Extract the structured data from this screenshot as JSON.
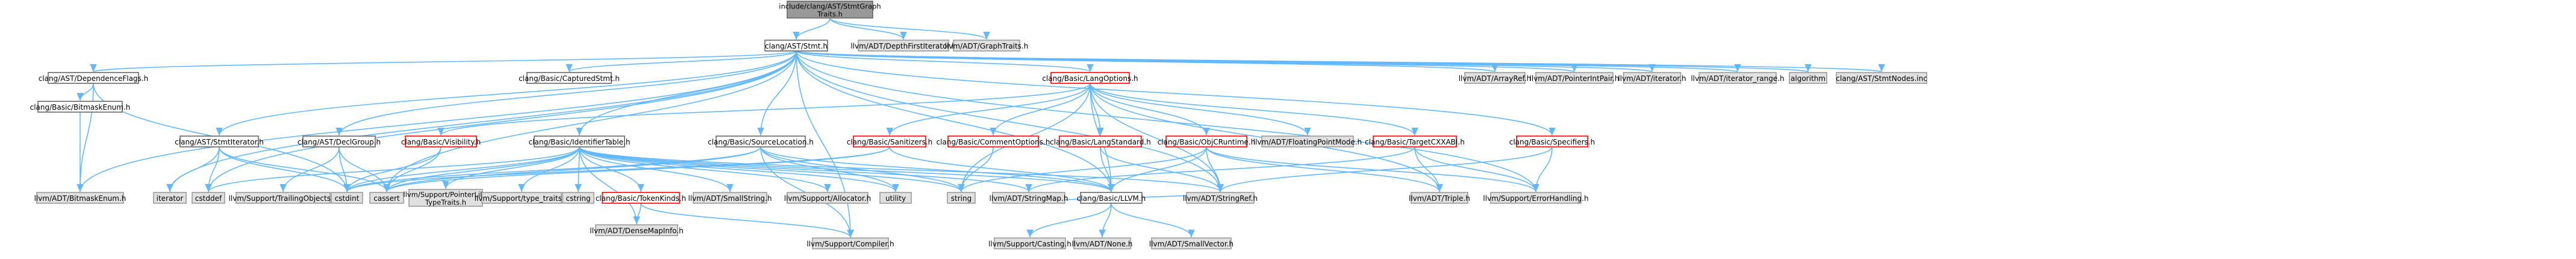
{
  "colors": {
    "root_fill": "#999999",
    "default_fill": "#ffffff",
    "default_stroke": "#666666",
    "system_fill": "#e0e0e0",
    "system_stroke": "#999999",
    "incomplete_stroke": "#ff0000",
    "edge": "#63b8ff",
    "text": "#000000"
  },
  "nodes": [
    {
      "id": "root",
      "lines": [
        "include/clang/AST/StmtGraph",
        "Traits.h"
      ],
      "kind": "root"
    },
    {
      "id": "stmt",
      "lines": [
        "clang/AST/Stmt.h"
      ],
      "kind": "default"
    },
    {
      "id": "dfi",
      "lines": [
        "llvm/ADT/DepthFirstIterator.h"
      ],
      "kind": "system"
    },
    {
      "id": "gtr",
      "lines": [
        "llvm/ADT/GraphTraits.h"
      ],
      "kind": "system"
    },
    {
      "id": "depflags",
      "lines": [
        "clang/AST/DependenceFlags.h"
      ],
      "kind": "default"
    },
    {
      "id": "capstmt",
      "lines": [
        "clang/Basic/CapturedStmt.h"
      ],
      "kind": "default"
    },
    {
      "id": "langopts",
      "lines": [
        "clang/Basic/LangOptions.h"
      ],
      "kind": "incomplete"
    },
    {
      "id": "arrayref",
      "lines": [
        "llvm/ADT/ArrayRef.h"
      ],
      "kind": "system"
    },
    {
      "id": "ptrint",
      "lines": [
        "llvm/ADT/PointerIntPair.h"
      ],
      "kind": "system"
    },
    {
      "id": "iteratorh",
      "lines": [
        "llvm/ADT/iterator.h"
      ],
      "kind": "system"
    },
    {
      "id": "iterrange",
      "lines": [
        "llvm/ADT/iterator_range.h"
      ],
      "kind": "system"
    },
    {
      "id": "algorithm",
      "lines": [
        "algorithm"
      ],
      "kind": "system"
    },
    {
      "id": "stmtnodes",
      "lines": [
        "clang/AST/StmtNodes.inc"
      ],
      "kind": "system"
    },
    {
      "id": "bmenum",
      "lines": [
        "clang/Basic/BitmaskEnum.h"
      ],
      "kind": "default"
    },
    {
      "id": "stmtiter",
      "lines": [
        "clang/AST/StmtIterator.h"
      ],
      "kind": "default"
    },
    {
      "id": "declgroup",
      "lines": [
        "clang/AST/DeclGroup.h"
      ],
      "kind": "default"
    },
    {
      "id": "visibility",
      "lines": [
        "clang/Basic/Visibility.h"
      ],
      "kind": "incomplete"
    },
    {
      "id": "idtable",
      "lines": [
        "clang/Basic/IdentifierTable.h"
      ],
      "kind": "default"
    },
    {
      "id": "srcloc",
      "lines": [
        "clang/Basic/SourceLocation.h"
      ],
      "kind": "default"
    },
    {
      "id": "sanitizers",
      "lines": [
        "clang/Basic/Sanitizers.h"
      ],
      "kind": "incomplete"
    },
    {
      "id": "commentopts",
      "lines": [
        "clang/Basic/CommentOptions.h"
      ],
      "kind": "incomplete"
    },
    {
      "id": "langstd",
      "lines": [
        "clang/Basic/LangStandard.h"
      ],
      "kind": "incomplete"
    },
    {
      "id": "objcrt",
      "lines": [
        "clang/Basic/ObjCRuntime.h"
      ],
      "kind": "incomplete"
    },
    {
      "id": "floatmode",
      "lines": [
        "llvm/ADT/FloatingPointMode.h"
      ],
      "kind": "system"
    },
    {
      "id": "targetcxx",
      "lines": [
        "clang/Basic/TargetCXXABI.h"
      ],
      "kind": "incomplete"
    },
    {
      "id": "specifiers",
      "lines": [
        "clang/Basic/Specifiers.h"
      ],
      "kind": "incomplete"
    },
    {
      "id": "llvmbmenum",
      "lines": [
        "llvm/ADT/BitmaskEnum.h"
      ],
      "kind": "system"
    },
    {
      "id": "iterator",
      "lines": [
        "iterator"
      ],
      "kind": "system"
    },
    {
      "id": "cstddef",
      "lines": [
        "cstddef"
      ],
      "kind": "system"
    },
    {
      "id": "trailobj",
      "lines": [
        "llvm/Support/TrailingObjects.h"
      ],
      "kind": "system"
    },
    {
      "id": "cstdint",
      "lines": [
        "cstdint"
      ],
      "kind": "system"
    },
    {
      "id": "cassert",
      "lines": [
        "cassert"
      ],
      "kind": "system"
    },
    {
      "id": "ptrlike",
      "lines": [
        "llvm/Support/PointerLike",
        "TypeTraits.h"
      ],
      "kind": "system"
    },
    {
      "id": "typetraits",
      "lines": [
        "llvm/Support/type_traits.h"
      ],
      "kind": "system"
    },
    {
      "id": "cstring",
      "lines": [
        "cstring"
      ],
      "kind": "system"
    },
    {
      "id": "tokenkinds",
      "lines": [
        "clang/Basic/TokenKinds.h"
      ],
      "kind": "incomplete"
    },
    {
      "id": "smallstring",
      "lines": [
        "llvm/ADT/SmallString.h"
      ],
      "kind": "system"
    },
    {
      "id": "allocator",
      "lines": [
        "llvm/Support/Allocator.h"
      ],
      "kind": "system"
    },
    {
      "id": "utility",
      "lines": [
        "utility"
      ],
      "kind": "system"
    },
    {
      "id": "string",
      "lines": [
        "string"
      ],
      "kind": "system"
    },
    {
      "id": "stringmap",
      "lines": [
        "llvm/ADT/StringMap.h"
      ],
      "kind": "system"
    },
    {
      "id": "basicllvm",
      "lines": [
        "clang/Basic/LLVM.h"
      ],
      "kind": "default"
    },
    {
      "id": "stringref",
      "lines": [
        "llvm/ADT/StringRef.h"
      ],
      "kind": "system"
    },
    {
      "id": "triple",
      "lines": [
        "llvm/ADT/Triple.h"
      ],
      "kind": "system"
    },
    {
      "id": "errhandling",
      "lines": [
        "llvm/Support/ErrorHandling.h"
      ],
      "kind": "system"
    },
    {
      "id": "densemapinfo",
      "lines": [
        "llvm/ADT/DenseMapInfo.h"
      ],
      "kind": "system"
    },
    {
      "id": "compiler",
      "lines": [
        "llvm/Support/Compiler.h"
      ],
      "kind": "system"
    },
    {
      "id": "casting",
      "lines": [
        "llvm/Support/Casting.h"
      ],
      "kind": "system"
    },
    {
      "id": "none",
      "lines": [
        "llvm/ADT/None.h"
      ],
      "kind": "system"
    },
    {
      "id": "smallvector",
      "lines": [
        "llvm/ADT/SmallVector.h"
      ],
      "kind": "system"
    }
  ],
  "edges": [
    [
      "root",
      "stmt"
    ],
    [
      "root",
      "dfi"
    ],
    [
      "root",
      "gtr"
    ],
    [
      "stmt",
      "depflags"
    ],
    [
      "stmt",
      "capstmt"
    ],
    [
      "stmt",
      "langopts"
    ],
    [
      "stmt",
      "arrayref"
    ],
    [
      "stmt",
      "ptrint"
    ],
    [
      "stmt",
      "iteratorh"
    ],
    [
      "stmt",
      "iterrange"
    ],
    [
      "stmt",
      "algorithm"
    ],
    [
      "stmt",
      "stmtnodes"
    ],
    [
      "stmt",
      "stmtiter"
    ],
    [
      "stmt",
      "declgroup"
    ],
    [
      "stmt",
      "idtable"
    ],
    [
      "stmt",
      "srcloc"
    ],
    [
      "stmt",
      "specifiers"
    ],
    [
      "stmt",
      "llvmbmenum"
    ],
    [
      "stmt",
      "iterator"
    ],
    [
      "stmt",
      "cstddef"
    ],
    [
      "stmt",
      "cassert"
    ],
    [
      "stmt",
      "basicllvm"
    ],
    [
      "stmt",
      "stringref"
    ],
    [
      "stmt",
      "errhandling"
    ],
    [
      "stmt",
      "compiler"
    ],
    [
      "depflags",
      "bmenum"
    ],
    [
      "depflags",
      "llvmbmenum"
    ],
    [
      "depflags",
      "cstdint"
    ],
    [
      "bmenum",
      "llvmbmenum"
    ],
    [
      "stmtiter",
      "cstddef"
    ],
    [
      "stmtiter",
      "cstdint"
    ],
    [
      "stmtiter",
      "iterator"
    ],
    [
      "stmtiter",
      "cassert"
    ],
    [
      "declgroup",
      "trailobj"
    ],
    [
      "declgroup",
      "cassert"
    ],
    [
      "declgroup",
      "cstdint"
    ],
    [
      "visibility",
      "cassert"
    ],
    [
      "visibility",
      "cstdint"
    ],
    [
      "idtable",
      "cassert"
    ],
    [
      "idtable",
      "cstddef"
    ],
    [
      "idtable",
      "cstdint"
    ],
    [
      "idtable",
      "ptrlike"
    ],
    [
      "idtable",
      "typetraits"
    ],
    [
      "idtable",
      "cstring"
    ],
    [
      "idtable",
      "tokenkinds"
    ],
    [
      "idtable",
      "smallstring"
    ],
    [
      "idtable",
      "allocator"
    ],
    [
      "idtable",
      "utility"
    ],
    [
      "idtable",
      "string"
    ],
    [
      "idtable",
      "stringmap"
    ],
    [
      "idtable",
      "basicllvm"
    ],
    [
      "idtable",
      "stringref"
    ],
    [
      "idtable",
      "densemapinfo"
    ],
    [
      "srcloc",
      "basicllvm"
    ],
    [
      "srcloc",
      "compiler"
    ],
    [
      "srcloc",
      "cassert"
    ],
    [
      "srcloc",
      "cstdint"
    ],
    [
      "srcloc",
      "string"
    ],
    [
      "srcloc",
      "utility"
    ],
    [
      "tokenkinds",
      "densemapinfo"
    ],
    [
      "tokenkinds",
      "compiler"
    ],
    [
      "langopts",
      "visibility"
    ],
    [
      "langopts",
      "sanitizers"
    ],
    [
      "langopts",
      "commentopts"
    ],
    [
      "langopts",
      "langstd"
    ],
    [
      "langopts",
      "objcrt"
    ],
    [
      "langopts",
      "floatmode"
    ],
    [
      "langopts",
      "targetcxx"
    ],
    [
      "langopts",
      "string"
    ],
    [
      "langopts",
      "stringref"
    ],
    [
      "langopts",
      "triple"
    ],
    [
      "langopts",
      "basicllvm"
    ],
    [
      "sanitizers",
      "basicllvm"
    ],
    [
      "sanitizers",
      "cassert"
    ],
    [
      "sanitizers",
      "cstdint"
    ],
    [
      "commentopts",
      "string"
    ],
    [
      "langstd",
      "basicllvm"
    ],
    [
      "langstd",
      "stringref"
    ],
    [
      "objcrt",
      "basicllvm"
    ],
    [
      "objcrt",
      "stringref"
    ],
    [
      "objcrt",
      "triple"
    ],
    [
      "objcrt",
      "errhandling"
    ],
    [
      "objcrt",
      "string"
    ],
    [
      "targetcxx",
      "stringmap"
    ],
    [
      "targetcxx",
      "triple"
    ],
    [
      "targetcxx",
      "errhandling"
    ],
    [
      "specifiers",
      "stringref"
    ],
    [
      "specifiers",
      "errhandling"
    ],
    [
      "basicllvm",
      "casting"
    ],
    [
      "basicllvm",
      "none"
    ],
    [
      "basicllvm",
      "smallvector"
    ],
    [
      "stringmap",
      "stringref"
    ]
  ]
}
